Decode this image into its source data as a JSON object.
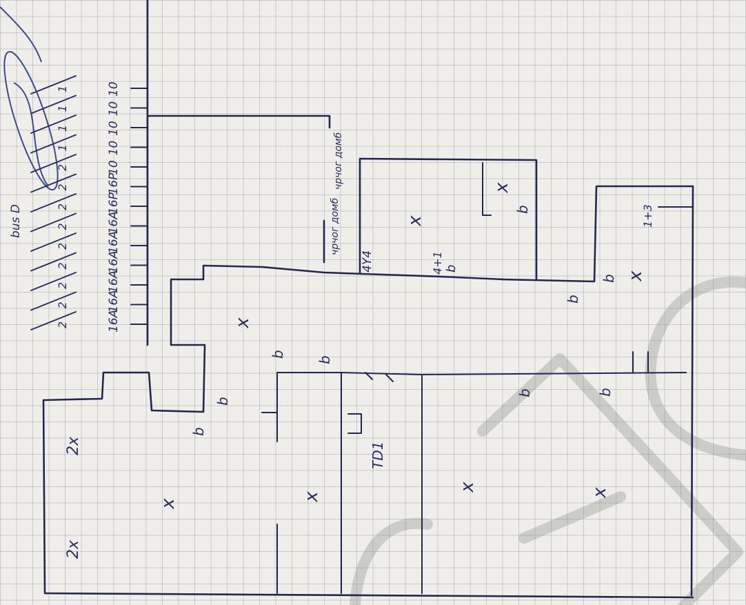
{
  "sketch": {
    "sheet": "grid-paper",
    "ink_color": "#23264f",
    "watermark_color": "#8b8b8b",
    "header_label": "bus D",
    "breakers": [
      "16A",
      "16A",
      "16A",
      "16A",
      "16A",
      "16A",
      "16P",
      "16P",
      "10",
      "10",
      "10",
      "10",
      "10"
    ],
    "circuit_marks": [
      "2",
      "2",
      "2",
      "2",
      "2",
      "2",
      "2",
      "2",
      "2",
      "1",
      "1",
      "1",
      "1"
    ],
    "distribution_board": "TD1",
    "sockets": [
      "2x",
      "2x",
      "4+1"
    ],
    "labels": {
      "ceiling_lights": "x",
      "switch": "b",
      "wire_cross": "4Y4",
      "label_top_a": "чрчог домб",
      "label_top_b": "чрчог домб",
      "corridor_mark": "1+3"
    },
    "watermark": "CE"
  }
}
